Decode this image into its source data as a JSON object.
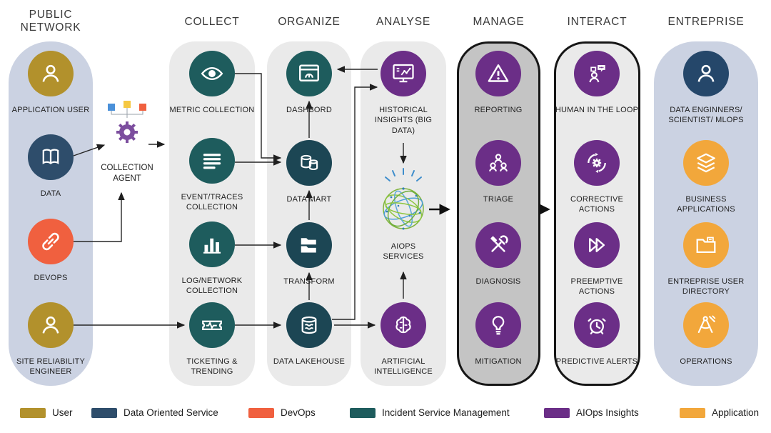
{
  "columns": [
    {
      "header": "PUBLIC NETWORK",
      "bg": "#CBD2E2",
      "items": [
        {
          "label": "APPLICATION USER",
          "icon": "user",
          "color": "#B2912C"
        },
        {
          "label": "DATA",
          "icon": "book-data",
          "color": "#2E4D6B"
        },
        {
          "label": "DEVOPS",
          "icon": "link",
          "color": "#F0603F"
        },
        {
          "label": "SITE RELIABILITY ENGINEER",
          "icon": "user",
          "color": "#B2912C"
        }
      ]
    },
    {
      "header": "COLLECT",
      "bg": "#EAEAEA",
      "items": [
        {
          "label": "METRIC COLLECTION",
          "icon": "eye",
          "color": "#1E5C5D"
        },
        {
          "label": "EVENT/TRACES COLLECTION",
          "icon": "event-lines",
          "color": "#1E5C5D"
        },
        {
          "label": "LOG/NETWORK COLLECTION",
          "icon": "bar-chart",
          "color": "#1E5C5D"
        },
        {
          "label": "TICKETING & TRENDING",
          "icon": "ticket",
          "color": "#1E5C5D"
        }
      ]
    },
    {
      "header": "ORGANIZE",
      "bg": "#EAEAEA",
      "items": [
        {
          "label": "DASHBORD",
          "icon": "dashboard",
          "color": "#1E5C5D"
        },
        {
          "label": "DATA MART",
          "icon": "database-pair",
          "color": "#1C4654"
        },
        {
          "label": "TRANSFORM",
          "icon": "folder-stack",
          "color": "#1C4654"
        },
        {
          "label": "DATA LAKEHOUSE",
          "icon": "database-waves",
          "color": "#1C4654"
        }
      ]
    },
    {
      "header": "ANALYSE",
      "bg": "#EAEAEA",
      "items": [
        {
          "label": "HISTORICAL INSIGHTS (BIG DATA)",
          "icon": "monitor-chart",
          "color": "#6B2E87"
        },
        {
          "label": "AIOPS SERVICES",
          "icon": "aiops-sphere",
          "color": ""
        },
        {
          "label": "ARTIFICIAL INTELLIGENCE",
          "icon": "brain",
          "color": "#6B2E87"
        }
      ]
    },
    {
      "header": "MANAGE",
      "bg": "#C4C4C4",
      "items": [
        {
          "label": "REPORTING",
          "icon": "warning-triangle",
          "color": "#6B2E87"
        },
        {
          "label": "TRIAGE",
          "icon": "people-group",
          "color": "#6B2E87"
        },
        {
          "label": "DIAGNOSIS",
          "icon": "tools",
          "color": "#6B2E87"
        },
        {
          "label": "MITIGATION",
          "icon": "lightbulb",
          "color": "#6B2E87"
        }
      ]
    },
    {
      "header": "INTERACT",
      "bg": "#EAEAEA",
      "items": [
        {
          "label": "HUMAN IN THE LOOP",
          "icon": "person-chat",
          "color": "#6B2E87"
        },
        {
          "label": "CORRECTIVE ACTIONS",
          "icon": "gear-cycle",
          "color": "#6B2E87"
        },
        {
          "label": "PREEMPTIVE ACTIONS",
          "icon": "fast-forward",
          "color": "#6B2E87"
        },
        {
          "label": "PREDICTIVE ALERTS",
          "icon": "alarm-clock",
          "color": "#6B2E87"
        }
      ]
    },
    {
      "header": "ENTREPRISE",
      "bg": "#CBD2E2",
      "items": [
        {
          "label": "DATA ENGINNERS/ SCIENTIST/ MLOPS",
          "icon": "user",
          "color": "#25476A"
        },
        {
          "label": "BUSINESS APPLICATIONS",
          "icon": "layers",
          "color": "#F2A73B"
        },
        {
          "label": "ENTREPRISE USER DIRECTORY",
          "icon": "folder-doc",
          "color": "#F2A73B"
        },
        {
          "label": "OPERATIONS",
          "icon": "compass-tools",
          "color": "#F2A73B"
        }
      ]
    }
  ],
  "agent": {
    "label": "COLLECTION AGENT",
    "gear_color": "#7C4E9E",
    "square_colors": [
      "#4A90D9",
      "#F5C842",
      "#F0603F"
    ]
  },
  "legend": [
    {
      "label": "User",
      "color": "#B2912C"
    },
    {
      "label": "Data Oriented Service",
      "color": "#2E4D6B"
    },
    {
      "label": "DevOps",
      "color": "#F0603F"
    },
    {
      "label": "Incident Service Management",
      "color": "#1E5C5D"
    },
    {
      "label": "AIOps Insights",
      "color": "#6B2E87"
    },
    {
      "label": "Application",
      "color": "#F2A73B"
    }
  ]
}
